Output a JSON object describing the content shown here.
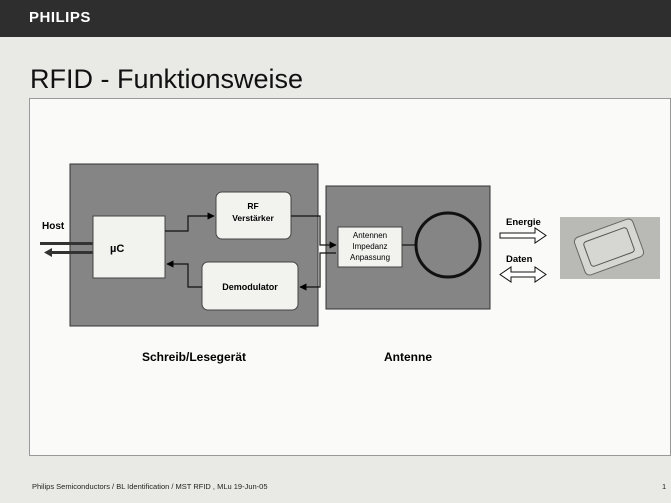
{
  "header": {
    "brand": "PHILIPS"
  },
  "slide": {
    "title": "RFID - Funktionsweise"
  },
  "diagram": {
    "host": "Host",
    "uc": "µC",
    "rf_line1": "RF",
    "rf_line2": "Verstärker",
    "demodulator": "Demodulator",
    "antennen_line1": "Antennen",
    "antennen_line2": "Impedanz",
    "antennen_line3": "Anpassung",
    "energie": "Energie",
    "daten": "Daten",
    "schreib_lesegeraet": "Schreib/Lesegerät",
    "antenne": "Antenne"
  },
  "footer": {
    "text": "Philips Semiconductors / BL Identification / MST RFID , MLu 19-Jun-05",
    "page": "1"
  },
  "colors": {
    "topbar": "#2e2e2e",
    "block_fill": "#858585",
    "inner_box": "#f2f2ef"
  }
}
